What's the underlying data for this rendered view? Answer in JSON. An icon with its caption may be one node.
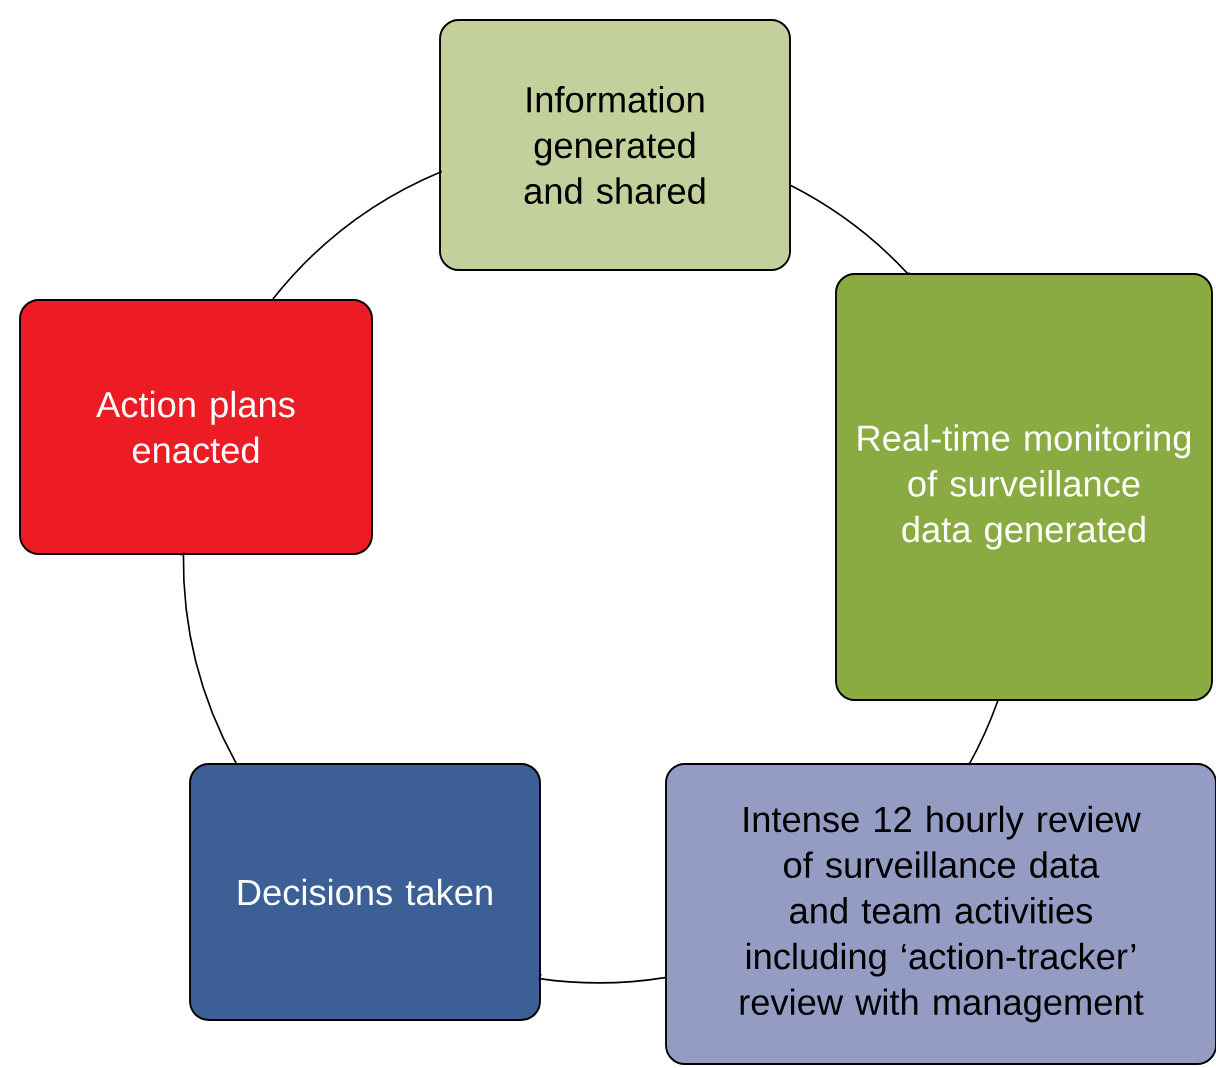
{
  "diagram": {
    "nodes": [
      {
        "text": [
          "Information generated and shared"
        ]
      },
      {
        "text": [
          "Real-time monitoring of surveillance data generated"
        ]
      },
      {
        "text": [
          "Intense 12 hourly review of surveillance data and team activities including ‘action-tracker’ review with management"
        ]
      },
      {
        "text": [
          "Decisions taken"
        ]
      },
      {
        "text": [
          "Action plans enacted"
        ]
      }
    ],
    "edges": [
      {
        "from": 0,
        "to": 1,
        "arrow": "none"
      },
      {
        "from": 1,
        "to": 2,
        "arrow": "none"
      },
      {
        "from": 2,
        "to": 3,
        "arrow": "none"
      },
      {
        "from": 3,
        "to": 4,
        "arrow": "none"
      },
      {
        "from": 4,
        "to": 0,
        "arrow": "none"
      }
    ]
  }
}
